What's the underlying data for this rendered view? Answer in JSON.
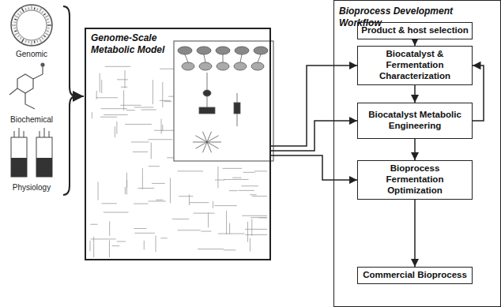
{
  "diagram": {
    "nodes": [
      {
        "text": [
          "Genome-Scale Metabolic Model"
        ]
      },
      {
        "text": [
          "Bioprocess Development Workflow"
        ]
      },
      {
        "text": [
          "Product & host selection"
        ],
        "in": 1
      },
      {
        "text": [
          "Biocatalyst & Fermentation Characterization"
        ],
        "in": 1
      },
      {
        "text": [
          "Biocatalyst Metabolic Engineering"
        ],
        "in": 1
      },
      {
        "text": [
          "Bioprocess Fermentation Optimization"
        ],
        "in": 1
      },
      {
        "text": [
          "Commercial Bioprocess"
        ],
        "in": 1
      }
    ],
    "edges": [
      {
        "from": 0,
        "to": 3,
        "arrow": "to"
      },
      {
        "from": 0,
        "to": 4,
        "arrow": "to"
      },
      {
        "from": 0,
        "to": 5,
        "arrow": "to"
      },
      {
        "from": 2,
        "to": 3,
        "arrow": "to"
      },
      {
        "from": 3,
        "to": 4,
        "arrow": "to"
      },
      {
        "from": 4,
        "to": 3,
        "arrow": "to"
      },
      {
        "from": 4,
        "to": 5,
        "arrow": "to"
      },
      {
        "from": 5,
        "to": 6,
        "arrow": "to"
      }
    ],
    "labels": [
      "Genomic",
      "Biochemical",
      "Physiology"
    ]
  }
}
